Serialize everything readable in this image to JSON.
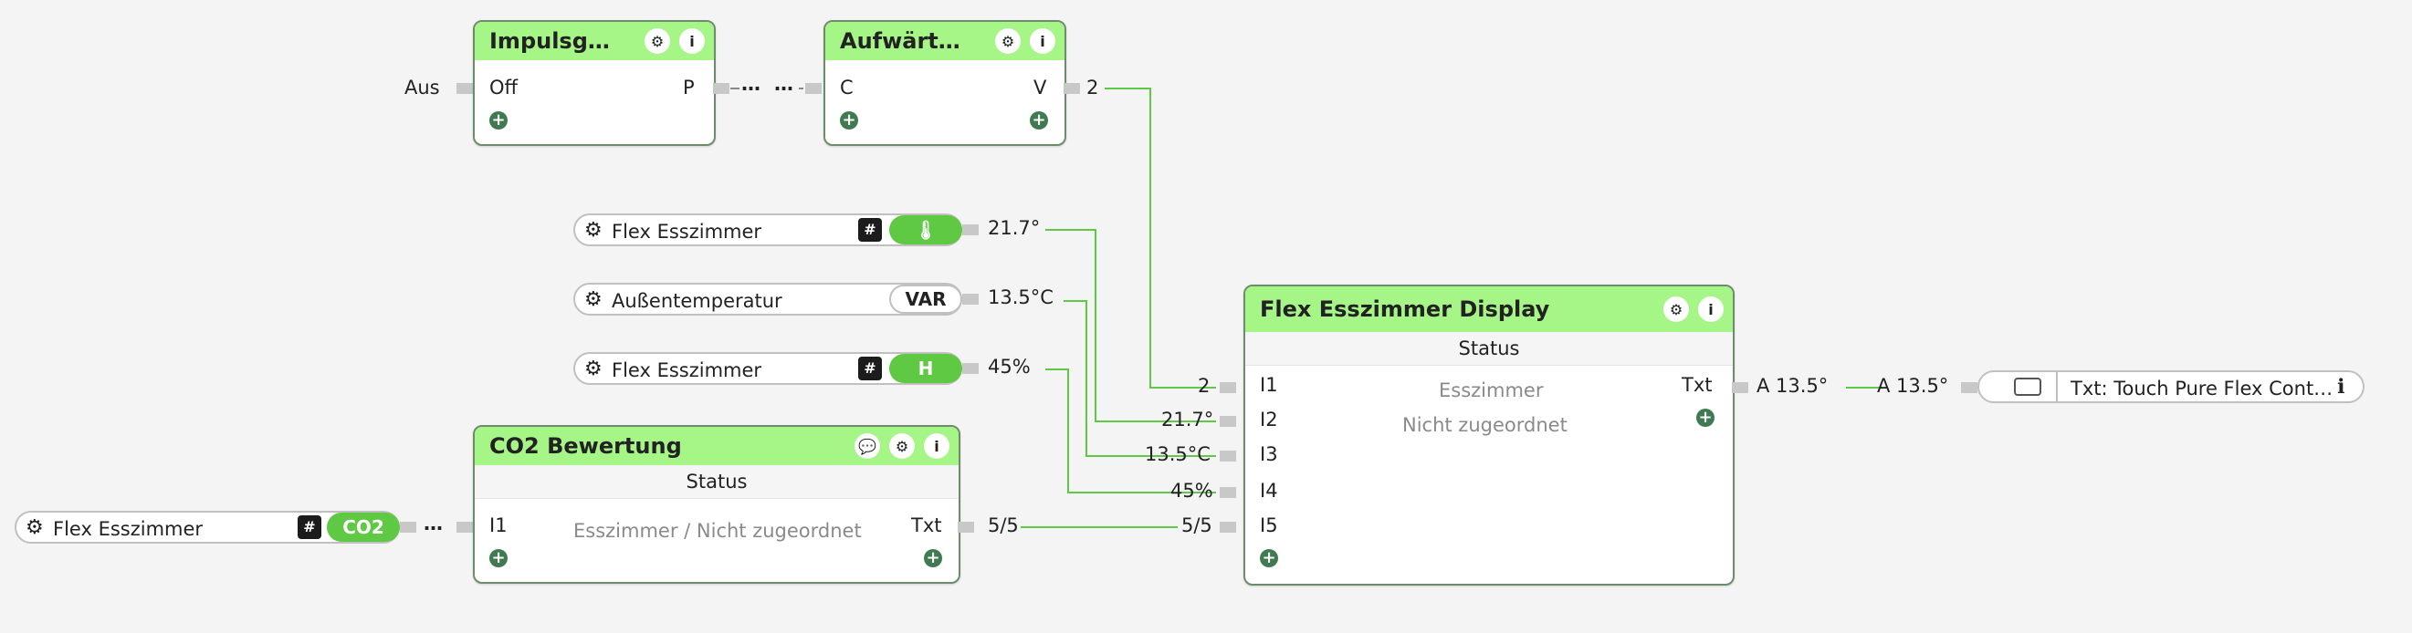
{
  "blocks": {
    "impuls": {
      "title": "Impulsg…",
      "in": "Off",
      "out": "P"
    },
    "aufwaerts": {
      "title": "Aufwärt…",
      "in": "C",
      "out": "V"
    },
    "co2": {
      "title": "CO2 Bewertung",
      "status": "Status",
      "in": "I1",
      "out": "Txt",
      "desc": "Esszimmer / Nicht zugeordnet"
    },
    "display": {
      "title": "Flex Esszimmer Display",
      "status": "Status",
      "inputs": [
        "I1",
        "I2",
        "I3",
        "I4",
        "I5"
      ],
      "out": "Txt",
      "desc1": "Esszimmer",
      "desc2": "Nicht zugeordnet"
    }
  },
  "inputs": {
    "aus": "Aus",
    "temp": {
      "label": "Flex Esszimmer",
      "badge": "#",
      "tag": "🌡",
      "value": "21.7°"
    },
    "outside": {
      "label": "Außentemperatur",
      "tag": "VAR",
      "value": "13.5°C"
    },
    "humidity": {
      "label": "Flex Esszimmer",
      "badge": "#",
      "tag": "H",
      "value": "45%"
    },
    "co2sensor": {
      "label": "Flex Esszimmer",
      "badge": "#",
      "tag": "CO2"
    }
  },
  "wire_values": {
    "dots1": "…",
    "dots2": "…",
    "dots3": "…",
    "v_out": "2",
    "i1": "2",
    "i2": "21.7°",
    "i3": "13.5°C",
    "i4": "45%",
    "co2_out": "5/5",
    "i5": "5/5",
    "display_out": "A 13.5°",
    "output_in": "A 13.5°"
  },
  "output": {
    "label": "Txt: Touch Pure Flex Cont…",
    "info": "ℹ"
  },
  "icons": {
    "gear": "⚙",
    "info": "i",
    "comment": "💬",
    "plus": "+"
  },
  "colors": {
    "header": "#a6f587",
    "wire": "#5fc944",
    "accent": "#3f7a52"
  }
}
